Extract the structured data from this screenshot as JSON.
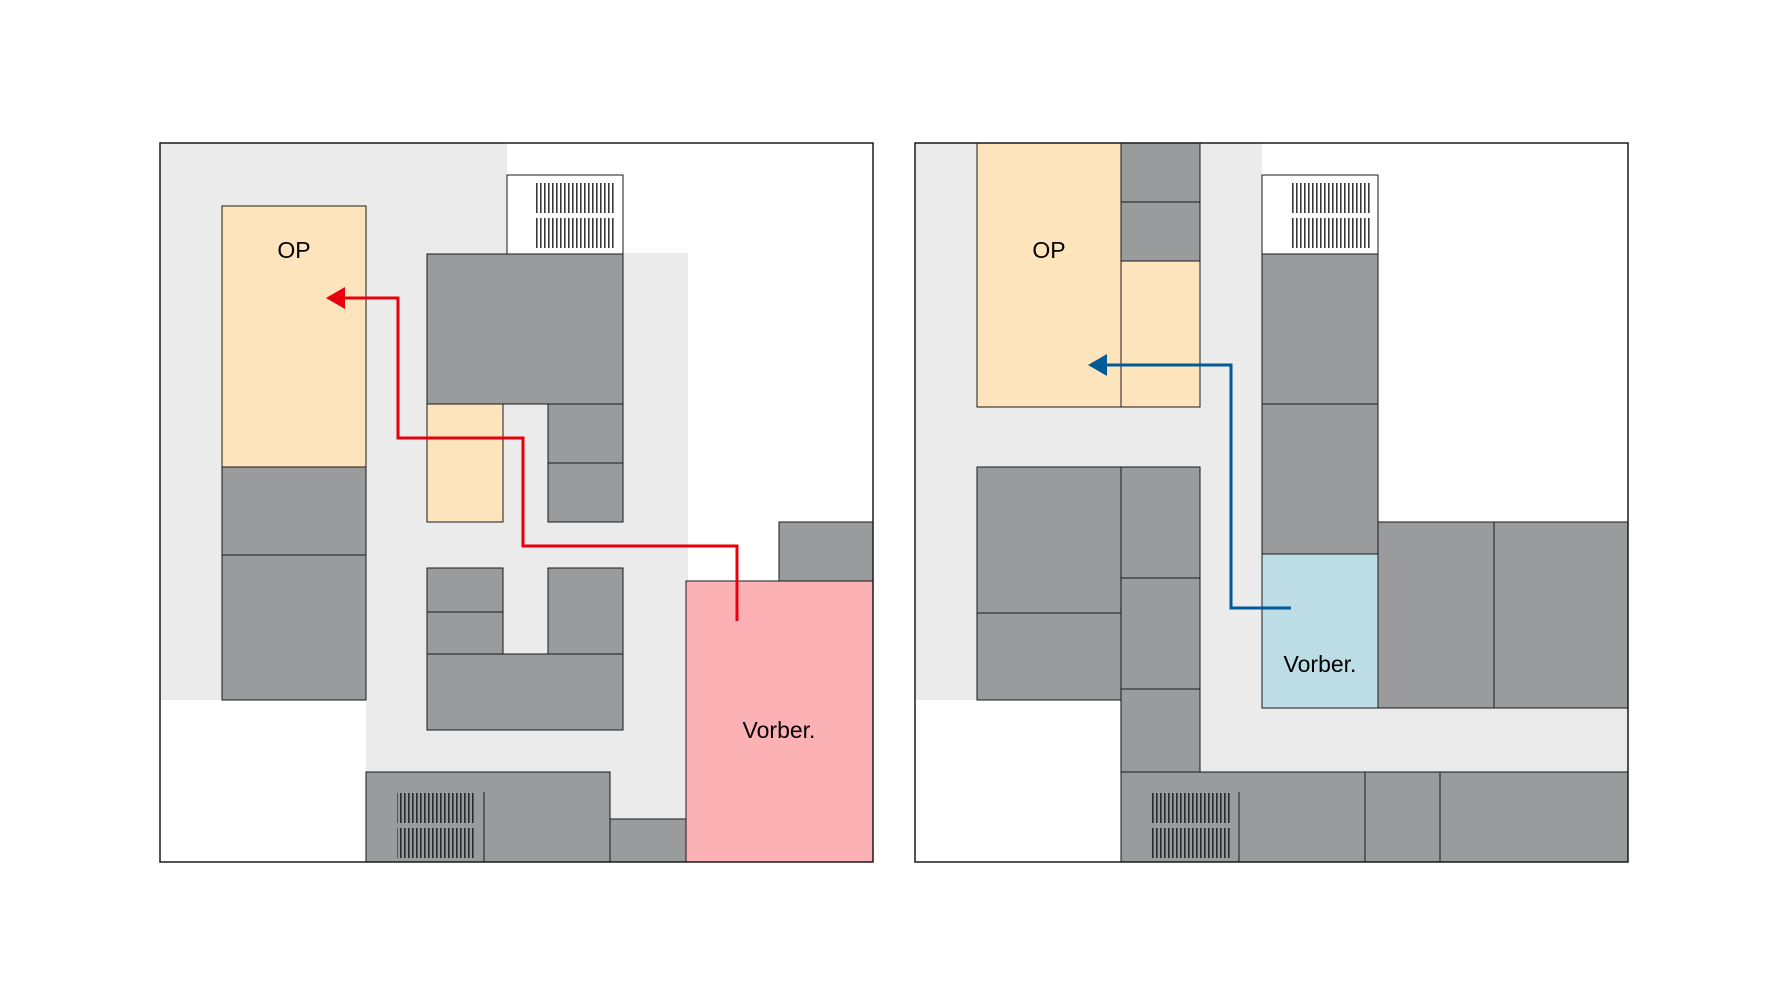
{
  "labels": {
    "op": "OP",
    "prep": "Vorber."
  },
  "colors": {
    "corridor": "#ebebeb",
    "block": "#9a9b9c",
    "op_room": "#fde4bc",
    "prep_before": "#fcb1b4",
    "prep_after": "#bcdde6",
    "route_before": "#e8000e",
    "route_after": "#005b96",
    "outline": "#1a1a1a",
    "background": "#ffffff"
  },
  "panels": [
    {
      "id": "left",
      "op_label": "OP",
      "prep_label": "Vorber.",
      "route_color": "#e8000e"
    },
    {
      "id": "right",
      "op_label": "OP",
      "prep_label": "Vorber.",
      "route_color": "#005b96"
    }
  ]
}
